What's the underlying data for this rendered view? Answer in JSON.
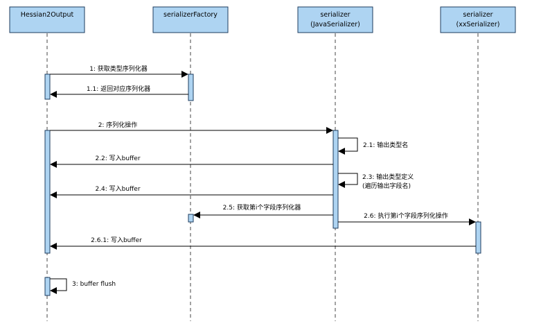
{
  "participants": [
    {
      "id": "p1",
      "lines": [
        "Hessian2Output"
      ]
    },
    {
      "id": "p2",
      "lines": [
        "serializerFactory"
      ]
    },
    {
      "id": "p3",
      "lines": [
        "serializer",
        "(JavaSerializer)"
      ]
    },
    {
      "id": "p4",
      "lines": [
        "serializer",
        "(xxSerializer)"
      ]
    }
  ],
  "messages": [
    {
      "id": "m1",
      "label": "1: 获取类型序列化器",
      "from": "p1",
      "to": "p2",
      "kind": "call"
    },
    {
      "id": "m11",
      "label": "1.1: 返回对应序列化器",
      "from": "p2",
      "to": "p1",
      "kind": "return"
    },
    {
      "id": "m2",
      "label": "2: 序列化操作",
      "from": "p1",
      "to": "p3",
      "kind": "call"
    },
    {
      "id": "m21",
      "label": "2.1: 输出类型名",
      "from": "p3",
      "to": "p3",
      "kind": "self"
    },
    {
      "id": "m22",
      "label": "2.2: 写入buffer",
      "from": "p3",
      "to": "p1",
      "kind": "call"
    },
    {
      "id": "m23",
      "lines": [
        "2.3: 输出类型定义",
        "(遍历输出字段名)"
      ],
      "from": "p3",
      "to": "p3",
      "kind": "self"
    },
    {
      "id": "m24",
      "label": "2.4: 写入buffer",
      "from": "p3",
      "to": "p1",
      "kind": "call"
    },
    {
      "id": "m25",
      "label": "2.5: 获取第i个字段序列化器",
      "from": "p3",
      "to": "p2",
      "kind": "call"
    },
    {
      "id": "m26",
      "label": "2.6: 执行第i个字段序列化操作",
      "from": "p3",
      "to": "p4",
      "kind": "call"
    },
    {
      "id": "m261",
      "label": "2.6.1: 写入buffer",
      "from": "p4",
      "to": "p1",
      "kind": "call"
    },
    {
      "id": "m3",
      "label": "3: buffer flush",
      "from": "p1",
      "to": "p1",
      "kind": "self"
    }
  ],
  "colors": {
    "header_fill": "#aed4f2",
    "activation_fill": "#aed4f2",
    "outline": "#1c3b5e",
    "lifeline": "#444444",
    "arrow": "#000000"
  }
}
